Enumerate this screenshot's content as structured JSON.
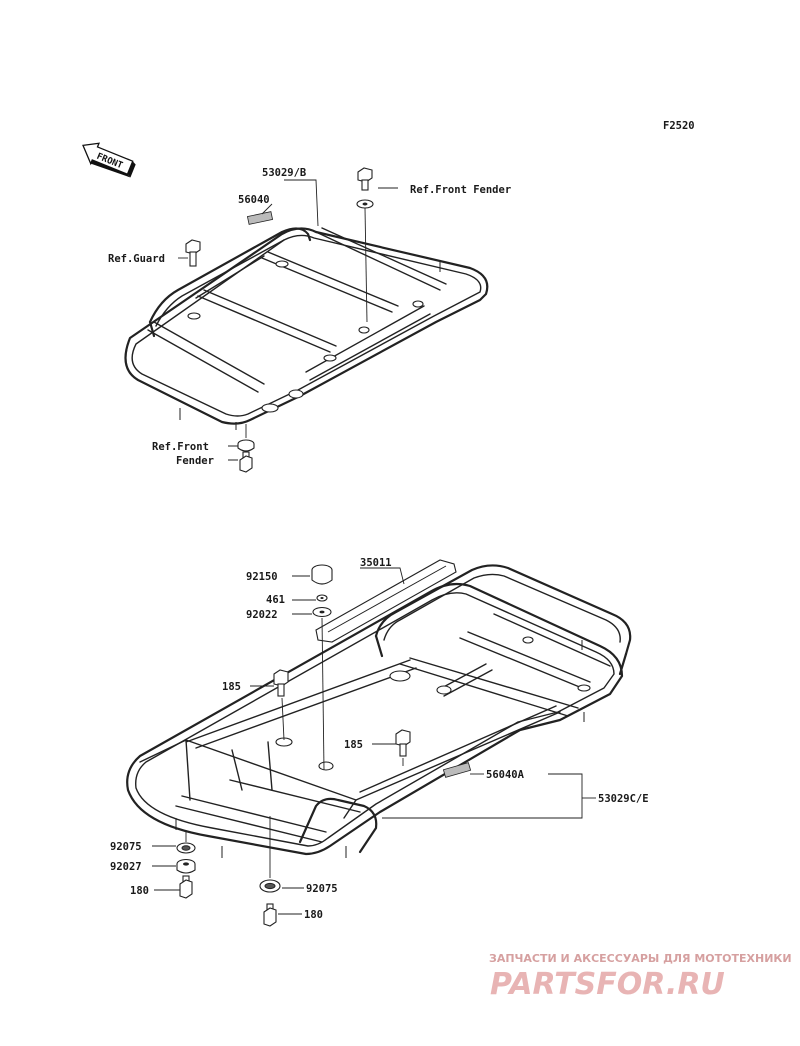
{
  "figure_code": "F2520",
  "front_marker": "FRONT",
  "upper_assembly": {
    "labels": {
      "carrier_code": "53029/B",
      "label_code": "56040",
      "ref_front_fender_top": "Ref.Front Fender",
      "ref_guard": "Ref.Guard",
      "ref_front_fender_bottom_line1": "Ref.Front",
      "ref_front_fender_bottom_line2": "Fender"
    }
  },
  "lower_assembly": {
    "labels": {
      "cap": "92150",
      "stay": "35011",
      "nut": "461",
      "washer": "92022",
      "bolt_left": "185",
      "bolt_right": "185",
      "label_code": "56040A",
      "carrier_code": "53029C/E",
      "damper_left": "92075",
      "collar": "92027",
      "bolt_bottom_left": "180",
      "damper_right": "92075",
      "bolt_bottom_right": "180"
    }
  },
  "watermark": {
    "line1": "ЗАПЧАСТИ И АКСЕССУАРЫ ДЛЯ МОТОТЕХНИКИ",
    "line2": "PARTSFOR.RU"
  }
}
